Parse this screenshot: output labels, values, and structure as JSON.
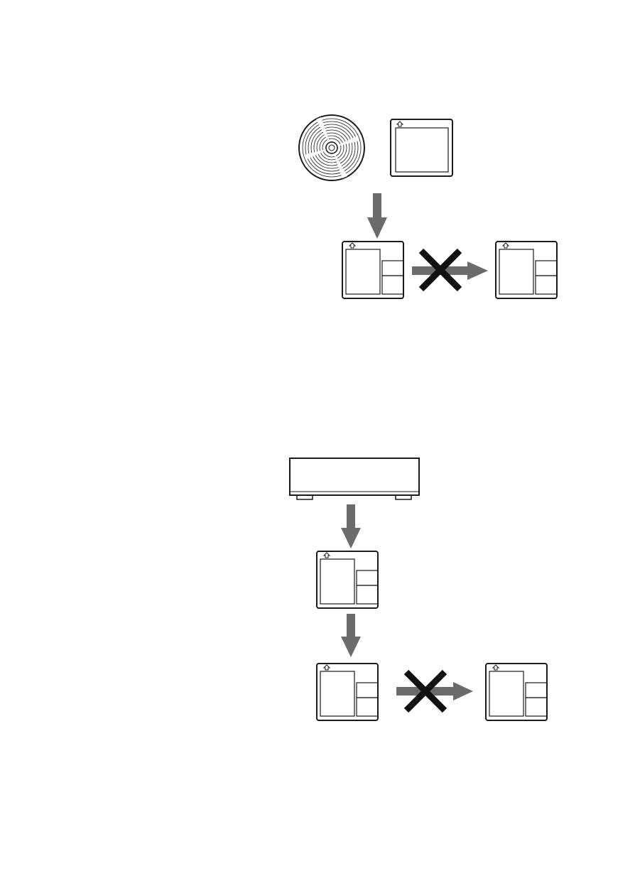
{
  "colors": {
    "line": "#1a1a1a",
    "arrow": "#6b6b6b",
    "cross": "#111111",
    "background": "#ffffff"
  },
  "diagrams": [
    {
      "id": "digital-copy",
      "source_items": [
        "cd-icon",
        "card-icon"
      ],
      "steps": [
        "arrow-down",
        "minidisc-icon",
        "crossed-arrow",
        "minidisc-icon"
      ]
    },
    {
      "id": "player-copy",
      "source_items": [
        "player-deck-icon"
      ],
      "steps": [
        "arrow-down",
        "minidisc-icon",
        "arrow-down",
        "minidisc-icon",
        "crossed-arrow",
        "minidisc-icon"
      ]
    }
  ]
}
